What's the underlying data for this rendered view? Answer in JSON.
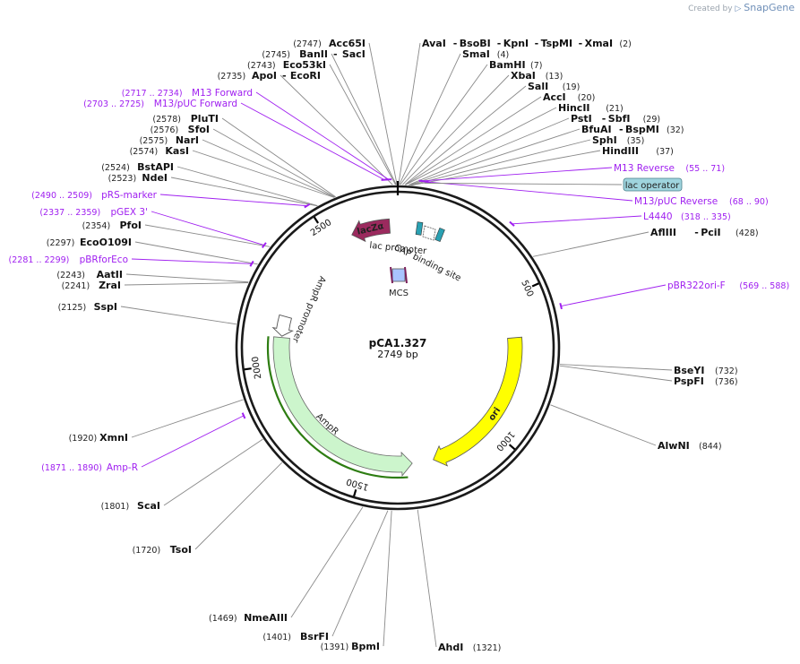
{
  "credit": {
    "prefix": "Created by",
    "brand": "SnapGene"
  },
  "plasmid": {
    "name": "pCA1.327",
    "length": 2749,
    "length_label": "2749 bp"
  },
  "ticks": [
    {
      "pos": 500,
      "label": "500"
    },
    {
      "pos": 1000,
      "label": "1000"
    },
    {
      "pos": 1500,
      "label": "1500"
    },
    {
      "pos": 2000,
      "label": "2000"
    },
    {
      "pos": 2500,
      "label": "2500"
    }
  ],
  "features": [
    {
      "name": "lacZα",
      "label": "lacZα",
      "start": 2580,
      "end": 2720,
      "strand": -1,
      "ring": "outer",
      "color": "#9b2a5e",
      "label_style": "inner"
    },
    {
      "name": "ori",
      "label": "ori",
      "start": 650,
      "end": 1240,
      "strand": 1,
      "ring": "outer",
      "color": "#ffff00",
      "label_style": "inner"
    },
    {
      "name": "AmpR",
      "label": "AmpR",
      "start": 1320,
      "end": 2100,
      "strand": -1,
      "ring": "inner",
      "color": "#ccf5cc",
      "label_style": "inner"
    },
    {
      "name": "AmpR promoter",
      "label": "AmpR promoter",
      "start": 2105,
      "end": 2180,
      "strand": -1,
      "ring": "inner",
      "color": "#ffffff",
      "label_style": "curved"
    },
    {
      "name": "lac promoter",
      "label": "lac promoter",
      "start": 2749,
      "end": 5,
      "strand": 1,
      "ring": "outer",
      "color": "#2aa1b3",
      "label_style": "below"
    },
    {
      "name": "CAP binding site",
      "label": "CAP binding site",
      "start": 35,
      "end": 50,
      "strand": 1,
      "ring": "outer",
      "color": "#2aa1b3",
      "label_style": "below"
    },
    {
      "name": "MCS",
      "label": "MCS",
      "start": 2748,
      "end": 40,
      "strand": 0,
      "ring": "mcs",
      "color": "#a9c4ff",
      "label_style": "below"
    }
  ],
  "enzymes_right": [
    {
      "name": "AvaI",
      "extra": [
        "BsoBI",
        "KpnI",
        "TspMI",
        "XmaI"
      ],
      "pos": "(2)",
      "site": 2
    },
    {
      "name": "SmaI",
      "pos": "(4)",
      "site": 4
    },
    {
      "name": "BamHI",
      "pos": "(7)",
      "site": 7
    },
    {
      "name": "XbaI",
      "pos": "(13)",
      "site": 13
    },
    {
      "name": "SalI",
      "pos": "(19)",
      "site": 19
    },
    {
      "name": "AccI",
      "pos": "(20)",
      "site": 20
    },
    {
      "name": "HincII",
      "pos": "(21)",
      "site": 21
    },
    {
      "name": "PstI",
      "extra": [
        "SbfI"
      ],
      "pos": "(29)",
      "site": 29
    },
    {
      "name": "BfuAI",
      "extra": [
        "BspMI"
      ],
      "pos": "(32)",
      "site": 32
    },
    {
      "name": "SphI",
      "pos": "(35)",
      "site": 35
    },
    {
      "name": "HindIII",
      "pos": "(37)",
      "site": 37
    },
    {
      "name": "AflIII",
      "extra": [
        "PciI"
      ],
      "pos": "(428)",
      "site": 428
    },
    {
      "name": "BseYI",
      "pos": "(732)",
      "site": 732
    },
    {
      "name": "PspFI",
      "pos": "(736)",
      "site": 736
    },
    {
      "name": "AlwNI",
      "pos": "(844)",
      "site": 844
    },
    {
      "name": "AhdI",
      "pos": "(1321)",
      "site": 1321
    }
  ],
  "enzymes_left": [
    {
      "name": "Acc65I",
      "pos": "(2747)",
      "site": 2747
    },
    {
      "name": "BanII",
      "extra": [
        "SacI"
      ],
      "pos": "(2745)",
      "site": 2745
    },
    {
      "name": "Eco53kI",
      "pos": "(2743)",
      "site": 2743
    },
    {
      "name": "ApoI",
      "extra": [
        "EcoRI"
      ],
      "pos": "(2735)",
      "site": 2735
    },
    {
      "name": "PluTI",
      "pos": "(2578)",
      "site": 2578
    },
    {
      "name": "SfoI",
      "pos": "(2576)",
      "site": 2576
    },
    {
      "name": "NarI",
      "pos": "(2575)",
      "site": 2575
    },
    {
      "name": "KasI",
      "pos": "(2574)",
      "site": 2574
    },
    {
      "name": "BstAPI",
      "pos": "(2524)",
      "site": 2524
    },
    {
      "name": "NdeI",
      "pos": "(2523)",
      "site": 2523
    },
    {
      "name": "PfoI",
      "pos": "(2354)",
      "site": 2354
    },
    {
      "name": "EcoO109I",
      "pos": "(2297)",
      "site": 2297
    },
    {
      "name": "AatII",
      "pos": "(2243)",
      "site": 2243
    },
    {
      "name": "ZraI",
      "pos": "(2241)",
      "site": 2241
    },
    {
      "name": "SspI",
      "pos": "(2125)",
      "site": 2125
    },
    {
      "name": "XmnI",
      "pos": "(1920)",
      "site": 1920
    },
    {
      "name": "ScaI",
      "pos": "(1801)",
      "site": 1801
    },
    {
      "name": "TsoI",
      "pos": "(1720)",
      "site": 1720
    },
    {
      "name": "NmeAIII",
      "pos": "(1469)",
      "site": 1469
    },
    {
      "name": "BsrFI",
      "pos": "(1401)",
      "site": 1401
    },
    {
      "name": "BpmI",
      "pos": "(1391)",
      "site": 1391
    }
  ],
  "primers_right": [
    {
      "name": "M13 Reverse",
      "pos": "(55 .. 71)",
      "site": 63
    },
    {
      "name": "M13/pUC Reverse",
      "pos": "(68 .. 90)",
      "site": 79
    },
    {
      "name": "L4440",
      "pos": "(318 .. 335)",
      "site": 326
    },
    {
      "name": "pBR322ori-F",
      "pos": "(569 .. 588)",
      "site": 578
    }
  ],
  "primers_left": [
    {
      "name": "M13 Forward",
      "pos": "(2717 .. 2734)",
      "site": 2725
    },
    {
      "name": "M13/pUC Forward",
      "pos": "(2703 .. 2725)",
      "site": 2714
    },
    {
      "name": "pRS-marker",
      "pos": "(2490 .. 2509)",
      "site": 2500
    },
    {
      "name": "pGEX 3'",
      "pos": "(2337 .. 2359)",
      "site": 2348
    },
    {
      "name": "pBRforEco",
      "pos": "(2281 .. 2299)",
      "site": 2290
    },
    {
      "name": "Amp-R",
      "pos": "(1871 .. 1890)",
      "site": 1880
    }
  ],
  "boxed_label": {
    "name": "lac operator",
    "site": 70,
    "color": "#9fd4de"
  }
}
